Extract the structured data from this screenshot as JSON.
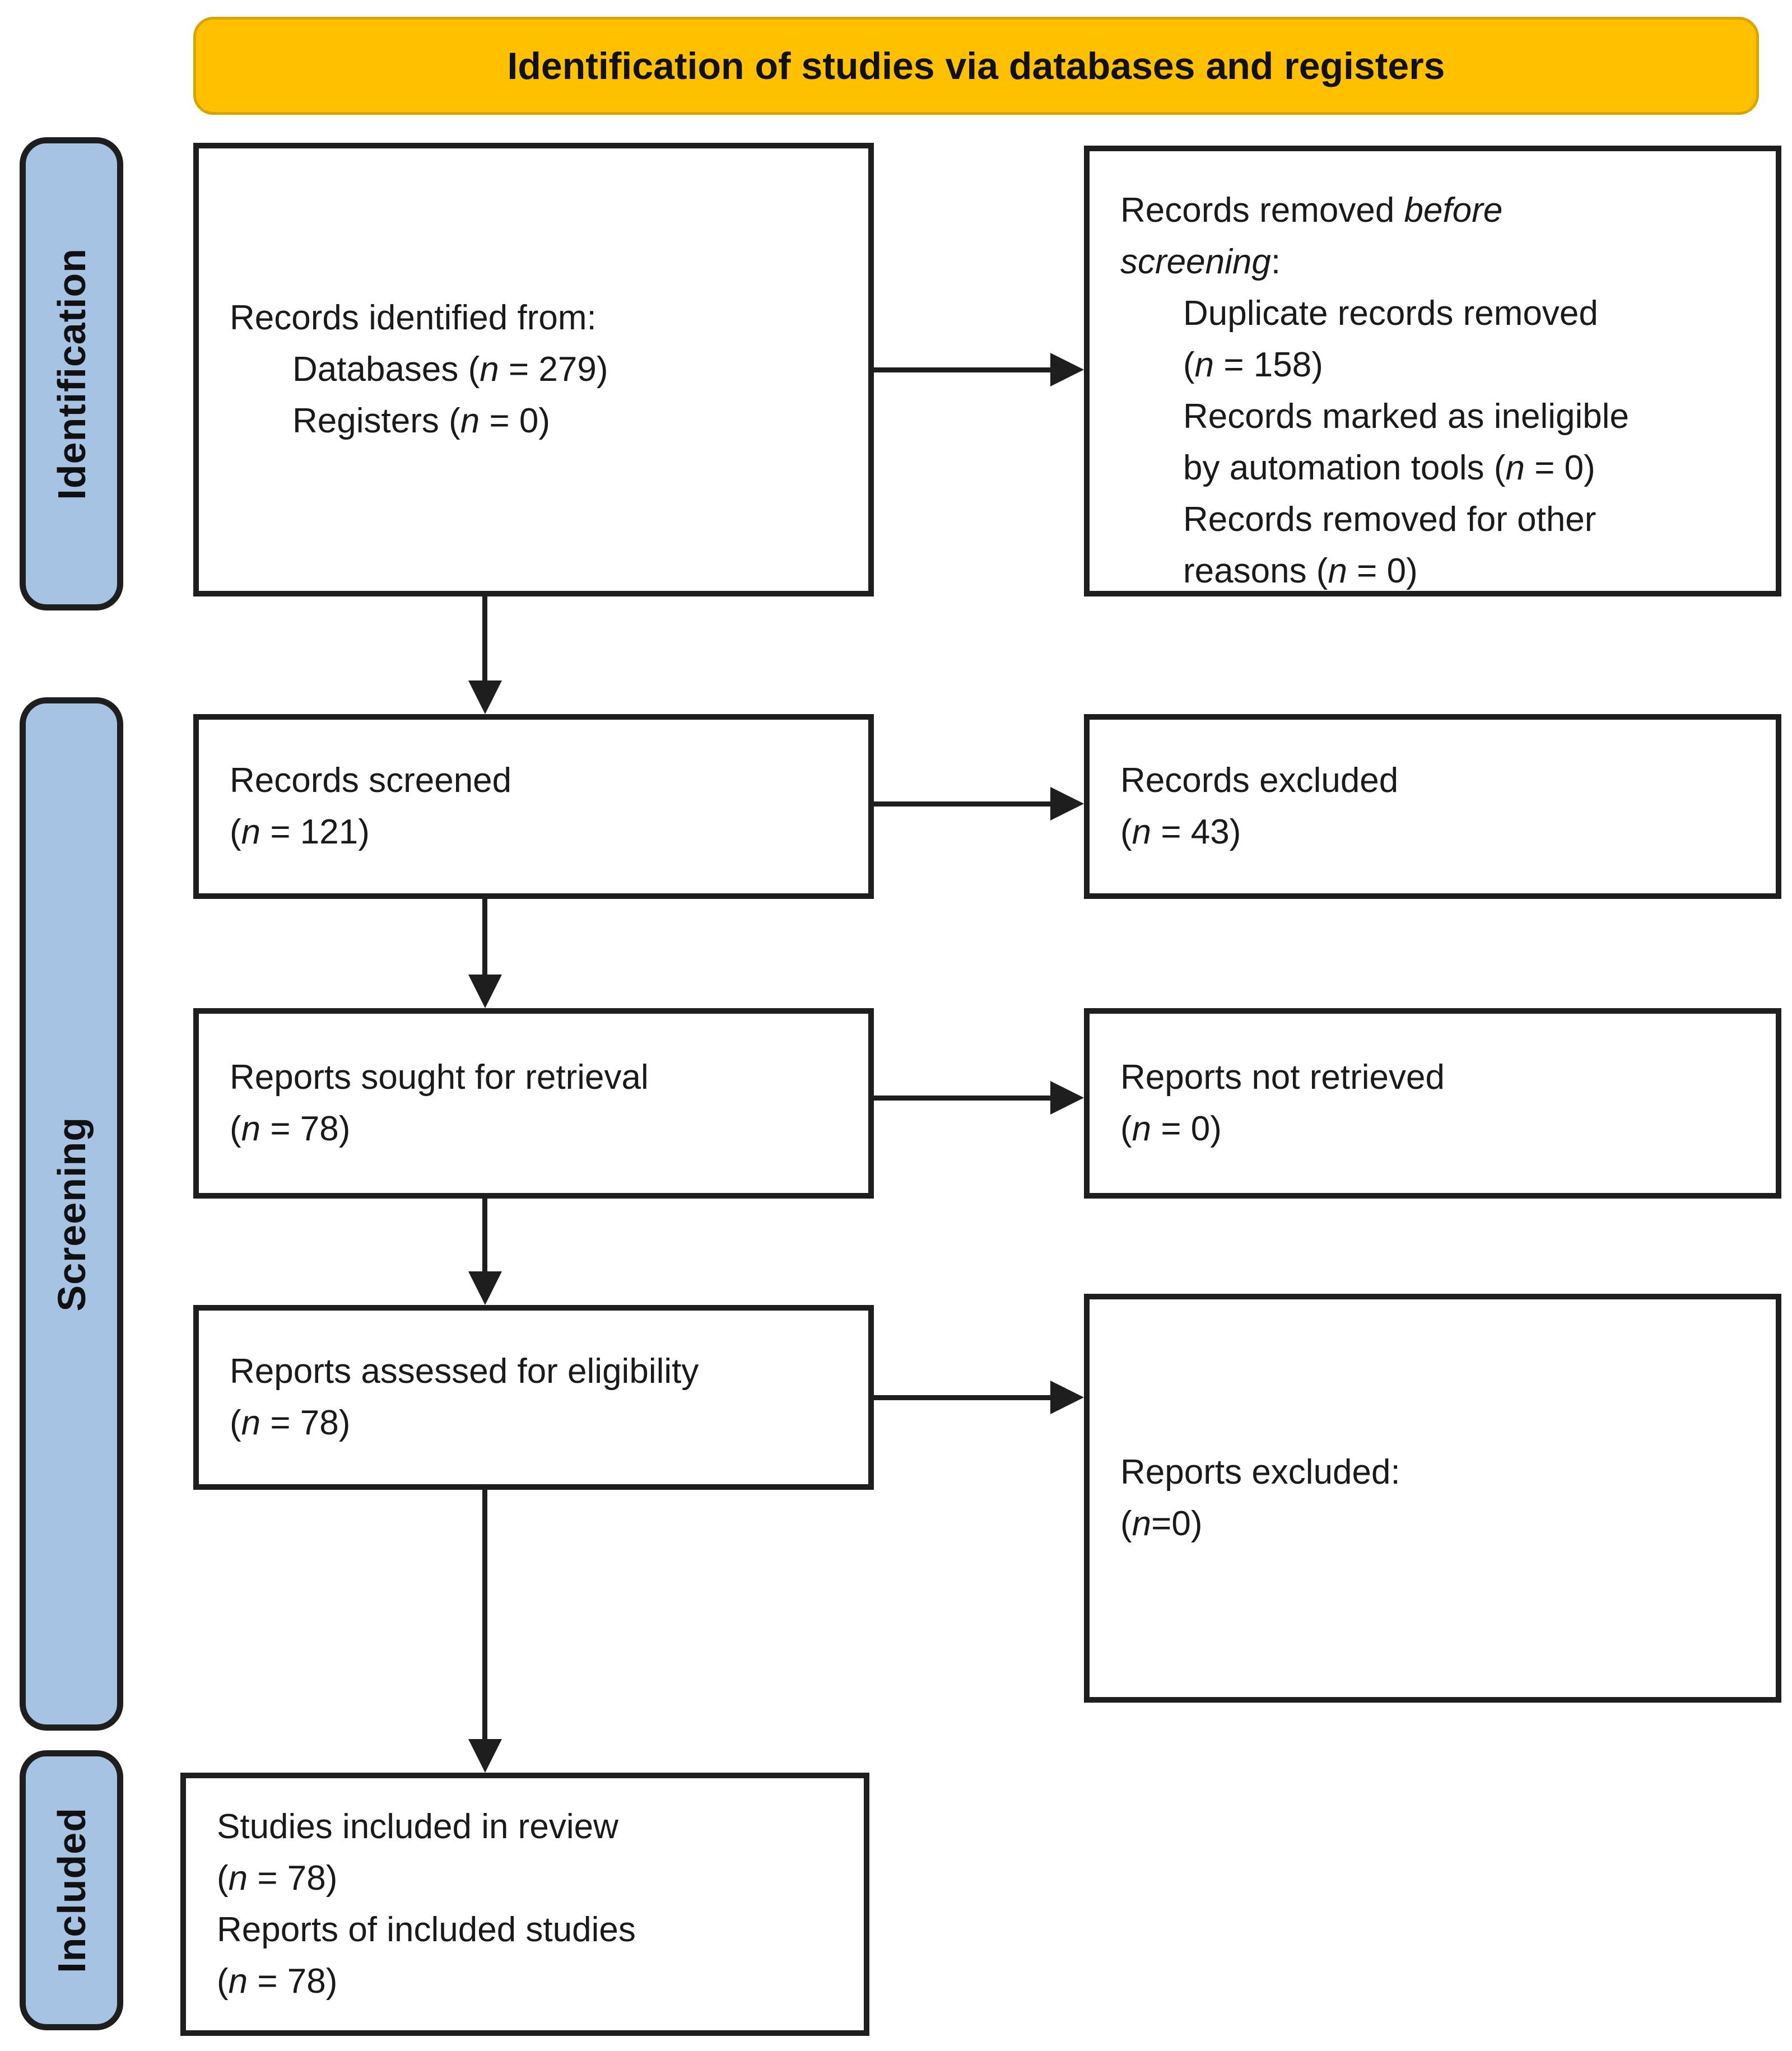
{
  "title_banner": {
    "text": "Identification of studies via databases and registers"
  },
  "colors": {
    "banner_bg": "#FFC000",
    "banner_border": "#D9A400",
    "stage_fill": "#A6C3E3",
    "line_color": "#1E1E1E",
    "text_color": "#1A1A1A"
  },
  "stages": {
    "identification": "Identification",
    "screening": "Screening",
    "included": "Included"
  },
  "boxes": {
    "records_identified": {
      "lines": [
        {
          "indent": 0,
          "segs": [
            {
              "t": "Records identified from:"
            }
          ]
        },
        {
          "indent": 1,
          "segs": [
            {
              "t": "Databases ("
            },
            {
              "t": "n",
              "i": true
            },
            {
              "t": " = 279)"
            }
          ]
        },
        {
          "indent": 1,
          "segs": [
            {
              "t": "Registers ("
            },
            {
              "t": "n",
              "i": true
            },
            {
              "t": " = 0)"
            }
          ]
        }
      ]
    },
    "records_removed": {
      "lines": [
        {
          "indent": 0,
          "segs": [
            {
              "t": "Records removed "
            },
            {
              "t": "before",
              "i": true
            }
          ]
        },
        {
          "indent": 0,
          "segs": [
            {
              "t": "screening",
              "i": true
            },
            {
              "t": ":"
            }
          ]
        },
        {
          "indent": 1,
          "segs": [
            {
              "t": "Duplicate records removed"
            }
          ]
        },
        {
          "indent": 1,
          "segs": [
            {
              "t": "("
            },
            {
              "t": "n",
              "i": true
            },
            {
              "t": " = 158)"
            }
          ]
        },
        {
          "indent": 1,
          "segs": [
            {
              "t": "Records marked as ineligible"
            }
          ]
        },
        {
          "indent": 1,
          "segs": [
            {
              "t": "by automation tools ("
            },
            {
              "t": "n",
              "i": true
            },
            {
              "t": " = 0)"
            }
          ]
        },
        {
          "indent": 1,
          "segs": [
            {
              "t": "Records removed for other"
            }
          ]
        },
        {
          "indent": 1,
          "segs": [
            {
              "t": "reasons ("
            },
            {
              "t": "n",
              "i": true
            },
            {
              "t": " = 0)"
            }
          ]
        }
      ]
    },
    "records_screened": {
      "lines": [
        {
          "indent": 0,
          "segs": [
            {
              "t": "Records screened"
            }
          ]
        },
        {
          "indent": 0,
          "segs": [
            {
              "t": "("
            },
            {
              "t": "n",
              "i": true
            },
            {
              "t": " = 121)"
            }
          ]
        }
      ]
    },
    "records_excluded": {
      "lines": [
        {
          "indent": 0,
          "segs": [
            {
              "t": "Records excluded"
            }
          ]
        },
        {
          "indent": 0,
          "segs": [
            {
              "t": "("
            },
            {
              "t": "n",
              "i": true
            },
            {
              "t": " = 43)"
            }
          ]
        }
      ]
    },
    "reports_sought": {
      "lines": [
        {
          "indent": 0,
          "segs": [
            {
              "t": "Reports sought for retrieval"
            }
          ]
        },
        {
          "indent": 0,
          "segs": [
            {
              "t": "("
            },
            {
              "t": "n",
              "i": true
            },
            {
              "t": " = 78)"
            }
          ]
        }
      ]
    },
    "reports_not_retrieved": {
      "lines": [
        {
          "indent": 0,
          "segs": [
            {
              "t": "Reports not retrieved"
            }
          ]
        },
        {
          "indent": 0,
          "segs": [
            {
              "t": "("
            },
            {
              "t": "n",
              "i": true
            },
            {
              "t": " = 0)"
            }
          ]
        }
      ]
    },
    "reports_assessed": {
      "lines": [
        {
          "indent": 0,
          "segs": [
            {
              "t": "Reports assessed for eligibility"
            }
          ]
        },
        {
          "indent": 0,
          "segs": [
            {
              "t": "("
            },
            {
              "t": "n",
              "i": true
            },
            {
              "t": " = 78)"
            }
          ]
        }
      ]
    },
    "reports_excluded": {
      "lines": [
        {
          "indent": 0,
          "segs": [
            {
              "t": "Reports excluded:"
            }
          ]
        },
        {
          "indent": 0,
          "segs": [
            {
              "t": "("
            },
            {
              "t": "n",
              "i": true
            },
            {
              "t": "=0)"
            }
          ]
        }
      ]
    },
    "studies_included": {
      "lines": [
        {
          "indent": 0,
          "segs": [
            {
              "t": "Studies included in review"
            }
          ]
        },
        {
          "indent": 0,
          "segs": [
            {
              "t": "("
            },
            {
              "t": "n",
              "i": true
            },
            {
              "t": " = 78)"
            }
          ]
        },
        {
          "indent": 0,
          "segs": [
            {
              "t": "Reports of included studies"
            }
          ]
        },
        {
          "indent": 0,
          "segs": [
            {
              "t": "("
            },
            {
              "t": "n",
              "i": true
            },
            {
              "t": " = 78)"
            }
          ]
        }
      ]
    }
  }
}
